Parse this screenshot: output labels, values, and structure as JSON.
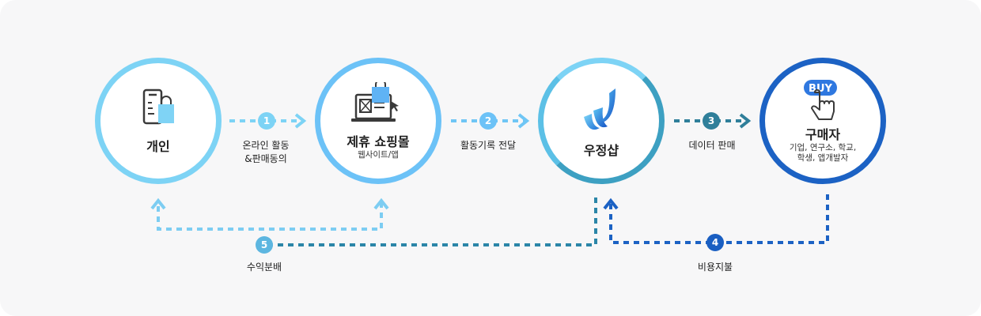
{
  "nodes": {
    "personal": {
      "title": "개인"
    },
    "partner": {
      "title": "제휴 쇼핑몰",
      "sub": "웹사이트/앱"
    },
    "woojung": {
      "title": "우정샵"
    },
    "buyer": {
      "title": "구매자",
      "sub_line1": "기업, 연구소, 학교,",
      "sub_line2": "학생, 앱개발자",
      "buy_text": "BUY"
    }
  },
  "steps": [
    {
      "num": "1",
      "label_line1": "온라인 활동",
      "label_line2": "&판매동의"
    },
    {
      "num": "2",
      "label": "활동기록 전달"
    },
    {
      "num": "3",
      "label": "데이터 판매"
    },
    {
      "num": "4",
      "label": "비용지불"
    },
    {
      "num": "5",
      "label": "수익분배"
    }
  ],
  "colors": {
    "light_blue": "#7dd3f5",
    "mid_blue": "#5ab8f0",
    "teal": "#2f7f9a",
    "dark_blue": "#1c5fbf",
    "badge4": "#1a5fc2"
  }
}
